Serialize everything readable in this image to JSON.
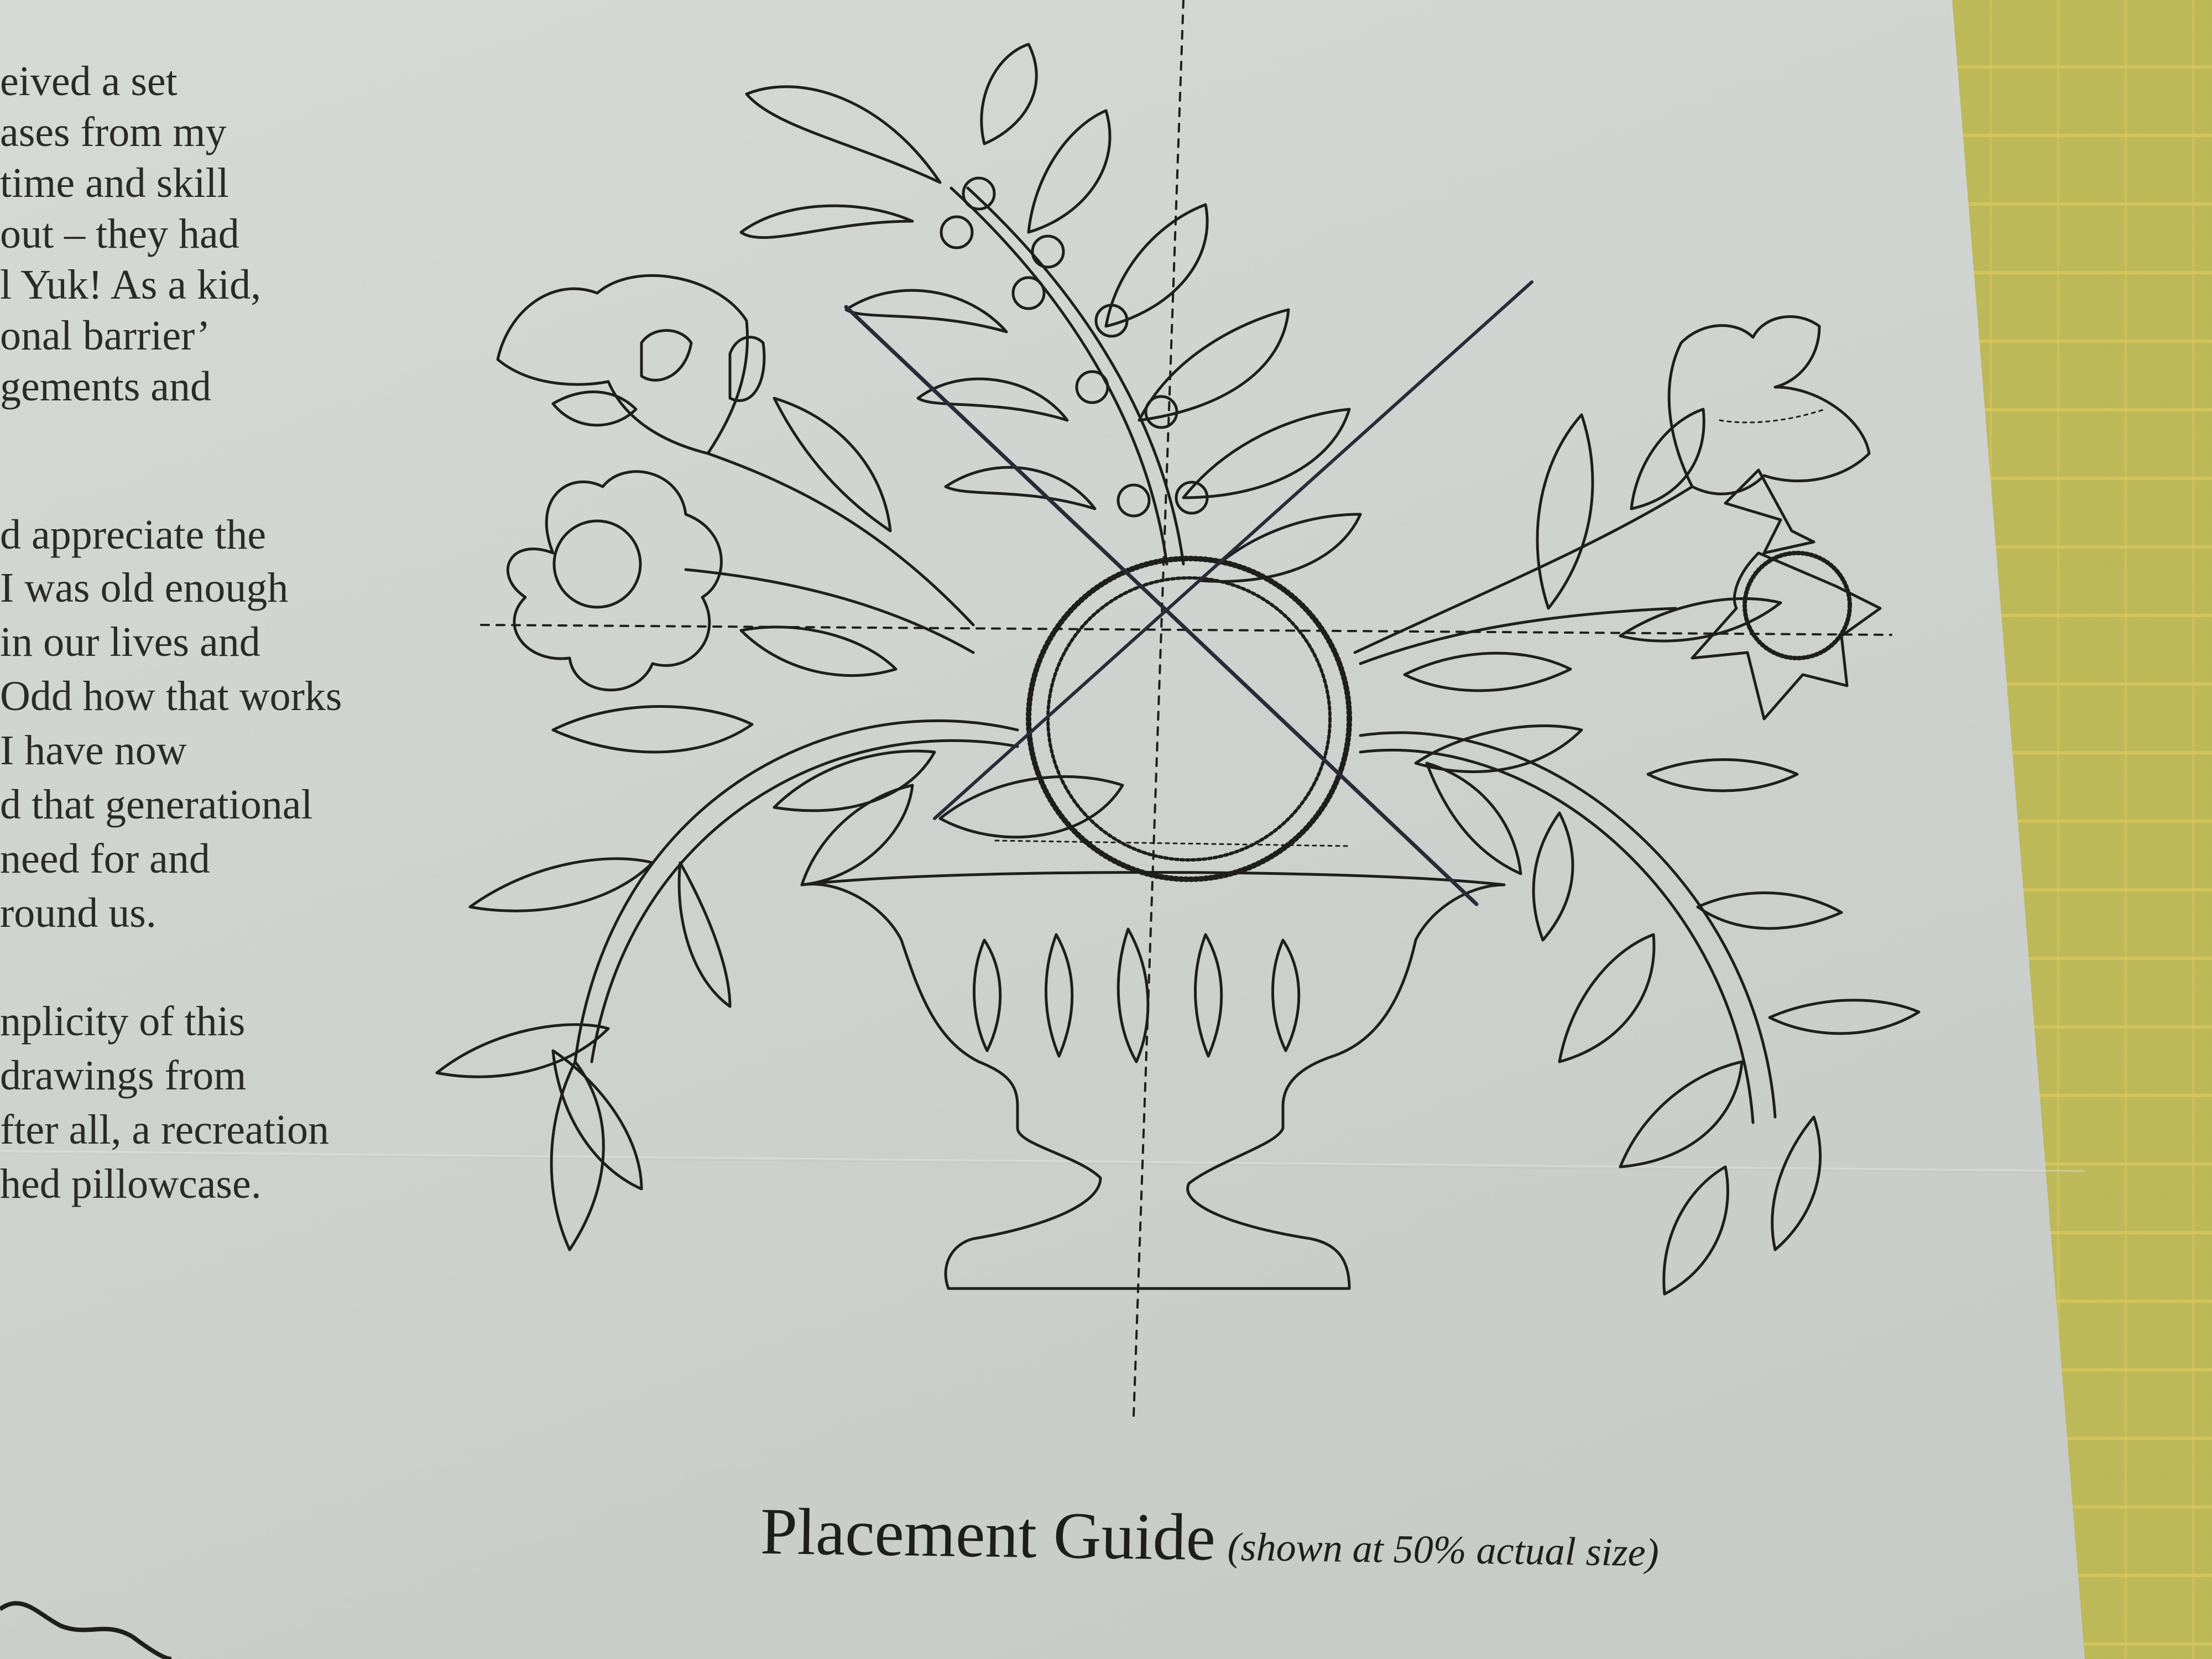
{
  "body_text_lines": [
    "eived a set",
    "ases from my",
    " time and skill",
    "out – they had",
    "l Yuk!  As a kid,",
    "onal barrier’",
    "gements and",
    "",
    "",
    "d appreciate the",
    " I was old enough",
    " in our lives and",
    " Odd how that works",
    "  I have now",
    "d that generational",
    "need for and",
    "round us.",
    "",
    "nplicity of this",
    "drawings from",
    "fter all, a recreation",
    "hed pillowcase."
  ],
  "caption": {
    "title": "Placement Guide",
    "note": "(shown at 50% actual size)"
  },
  "colors": {
    "paper": "#cfd3cf",
    "ink": "#1e1e1e",
    "cutting_mat": "#2f6a56",
    "mat_grid": "#dcc65a",
    "needle": "#2a2a38"
  }
}
